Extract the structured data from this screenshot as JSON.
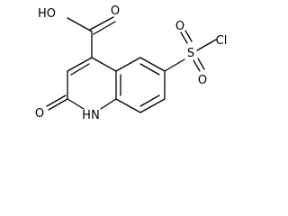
{
  "structure": {
    "labels": {
      "carboxyl_hydroxyl": "HO",
      "carboxyl_oxygen": "O",
      "sulfonyl_oxygen_top": "O",
      "sulfur": "S",
      "chlorine": "Cl",
      "sulfonyl_oxygen_bottom": "O",
      "lactam_oxygen": "O",
      "ring_nh": "H",
      "ring_n": "N"
    }
  }
}
